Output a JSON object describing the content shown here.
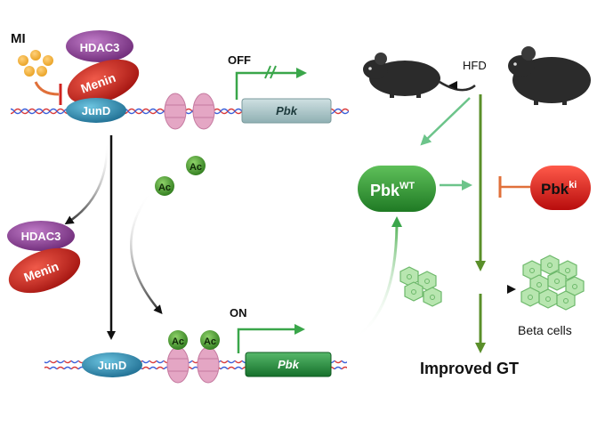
{
  "labels": {
    "mi": "MI",
    "hdac3": "HDAC3",
    "menin": "Menin",
    "jund": "JunD",
    "off": "OFF",
    "on": "ON",
    "gene": "Pbk",
    "acetyl": "Ac",
    "hfd": "HFD",
    "pbk_wt_base": "Pbk",
    "pbk_wt_sup": "WT",
    "pbk_ki_base": "Pbk",
    "pbk_ki_sup": "ki",
    "beta_cells": "Beta cells",
    "outcome": "Improved GT"
  },
  "colors": {
    "hdac3": "#8e3f96",
    "menin": "#c8211f",
    "jund": "#2f8fb3",
    "gene_off": "#a9c4c6",
    "gene_on": "#1f8a3a",
    "acetyl": "#4f9a32",
    "pbk_ki": "#d61a1a",
    "arrow_green": "#4caf50",
    "arrow_dark_green": "#5a8f2a",
    "inhibit": "#e0703a"
  }
}
